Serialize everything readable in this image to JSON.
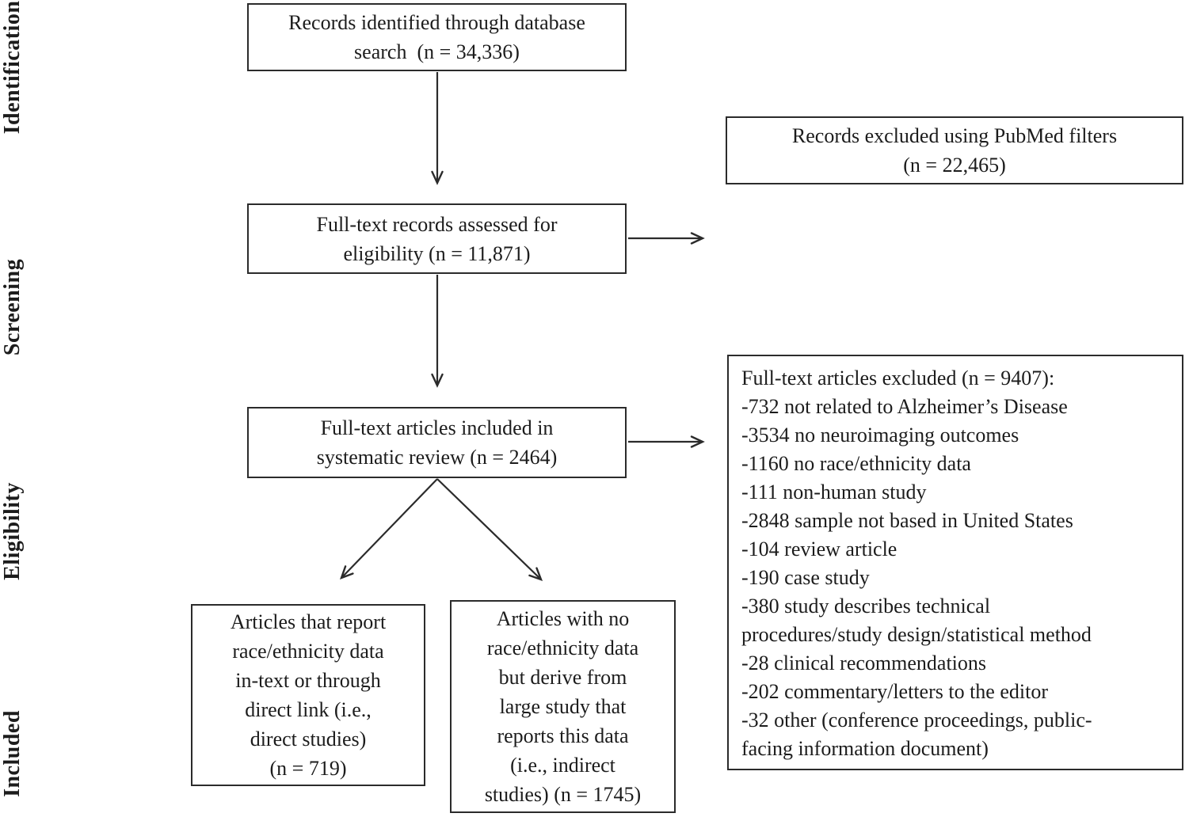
{
  "figure_type": "prisma-flow-diagram",
  "colors": {
    "ink": "#1c1c1c",
    "border": "#2b2b2b",
    "background": "#ffffff"
  },
  "stages": [
    {
      "label": "Identification"
    },
    {
      "label": "Screening"
    },
    {
      "label": "Eligibility"
    },
    {
      "label": "Included"
    }
  ],
  "boxes": {
    "identified": {
      "n": "34,336",
      "lines": [
        "Records identified through database",
        "search  (n = 34,336)"
      ]
    },
    "pubmed_excluded": {
      "n": "22,465",
      "lines": [
        "Records excluded using PubMed filters",
        "(n = 22,465)"
      ]
    },
    "assessed": {
      "n": "11,871",
      "lines": [
        "Full-text records assessed for",
        "eligibility (n = 11,871)"
      ]
    },
    "fulltext_excluded": {
      "n": "9407",
      "lines": [
        "Full-text articles excluded (n = 9407):",
        "-732 not related to Alzheimer’s Disease",
        "-3534 no neuroimaging outcomes",
        "-1160 no race/ethnicity data",
        "-111 non-human study",
        "-2848 sample not based in United States",
        "-104 review article",
        "-190 case study",
        "-380 study describes technical",
        "procedures/study design/statistical method",
        "-28 clinical recommendations",
        "-202 commentary/letters to the editor",
        "-32 other (conference proceedings, public-",
        "facing information document)"
      ]
    },
    "included_review": {
      "n": "2464",
      "lines": [
        "Full-text articles included in",
        "systematic review (n = 2464)"
      ]
    },
    "direct_studies": {
      "n": "719",
      "lines": [
        "Articles that report",
        "race/ethnicity data",
        "in-text or through",
        "direct link (i.e.,",
        "direct studies)",
        "(n = 719)"
      ]
    },
    "indirect_studies": {
      "n": "1745",
      "lines": [
        "Articles with no",
        "race/ethnicity data",
        "but derive from",
        "large study that",
        "reports this data",
        "(i.e., indirect",
        "studies) (n = 1745)"
      ]
    }
  }
}
